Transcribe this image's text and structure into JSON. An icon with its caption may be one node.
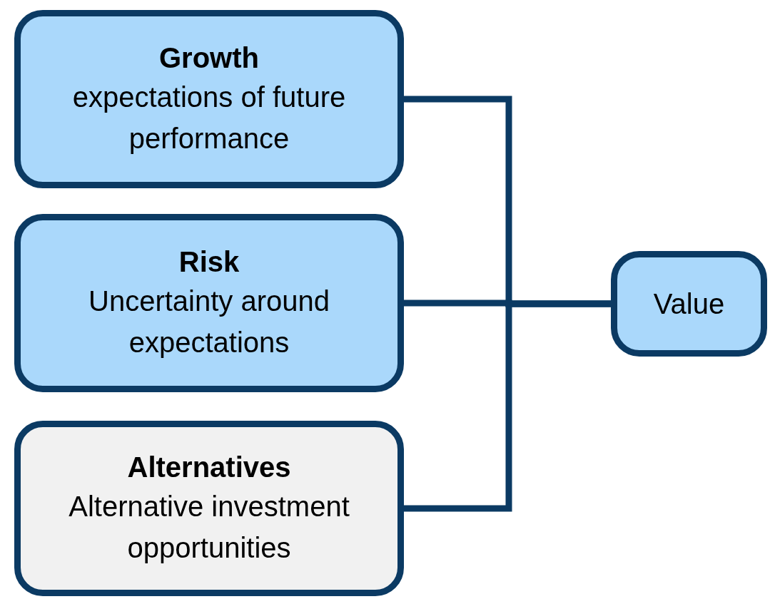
{
  "diagram": {
    "nodes": [
      {
        "text": [
          "Growth",
          "expectations of future performance"
        ]
      },
      {
        "text": [
          "Risk",
          "Uncertainty around expectations"
        ]
      },
      {
        "text": [
          "Alternatives",
          "Alternative investment opportunities"
        ]
      },
      {
        "text": [
          "Value"
        ]
      }
    ],
    "edges": [
      {
        "from": 0,
        "to": 3,
        "arrow": "none"
      },
      {
        "from": 1,
        "to": 3,
        "arrow": "none"
      },
      {
        "from": 2,
        "to": 3,
        "arrow": "none"
      }
    ]
  }
}
